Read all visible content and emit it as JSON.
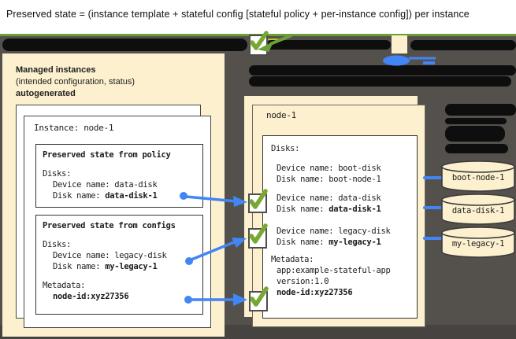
{
  "title": "Preserved state = (instance template + stateful config [stateful policy + per-instance config]) per instance",
  "left_panel": {
    "heading": "Managed instances",
    "subheading": "(intended configuration, status)",
    "subheading2": "autogenerated",
    "card_title": "Instance: node-1",
    "policy_box": {
      "title": "Preserved state from policy",
      "disks": "Disks:",
      "device": "Device name: data-disk",
      "disk_label": "Disk name: ",
      "disk_value": "data-disk-1"
    },
    "configs_box": {
      "title": "Preserved state from configs",
      "disks": "Disks:",
      "device": "Device name: legacy-disk",
      "disk_label": "Disk name: ",
      "disk_value": "my-legacy-1",
      "metadata": "Metadata:",
      "metadata_value": "node-id:xyz27356"
    }
  },
  "right_panel": {
    "title": "node-1",
    "disks": "Disks:",
    "boot_device": "Device name: boot-disk",
    "boot_disk": "Disk name: boot-node-1",
    "data_device": "Device name: data-disk",
    "data_disk_label": "Disk name: ",
    "data_disk_value": "data-disk-1",
    "legacy_device": "Device name: legacy-disk",
    "legacy_disk_label": "Disk name: ",
    "legacy_disk_value": "my-legacy-1",
    "metadata": "Metadata:",
    "metadata_app": "app:example-stateful-app",
    "metadata_version": "version:1.0",
    "metadata_node": "node-id:xyz27356"
  },
  "cylinders": [
    {
      "label": "boot-node-1"
    },
    {
      "label": "data-disk-1"
    },
    {
      "label": "my-legacy-1"
    }
  ],
  "colors": {
    "accent_green": "#76a832",
    "accent_blue": "#4285f4",
    "panel_cream": "#fcf0cf",
    "background_dark": "#54514d",
    "redaction_black": "#0e0e0e"
  }
}
